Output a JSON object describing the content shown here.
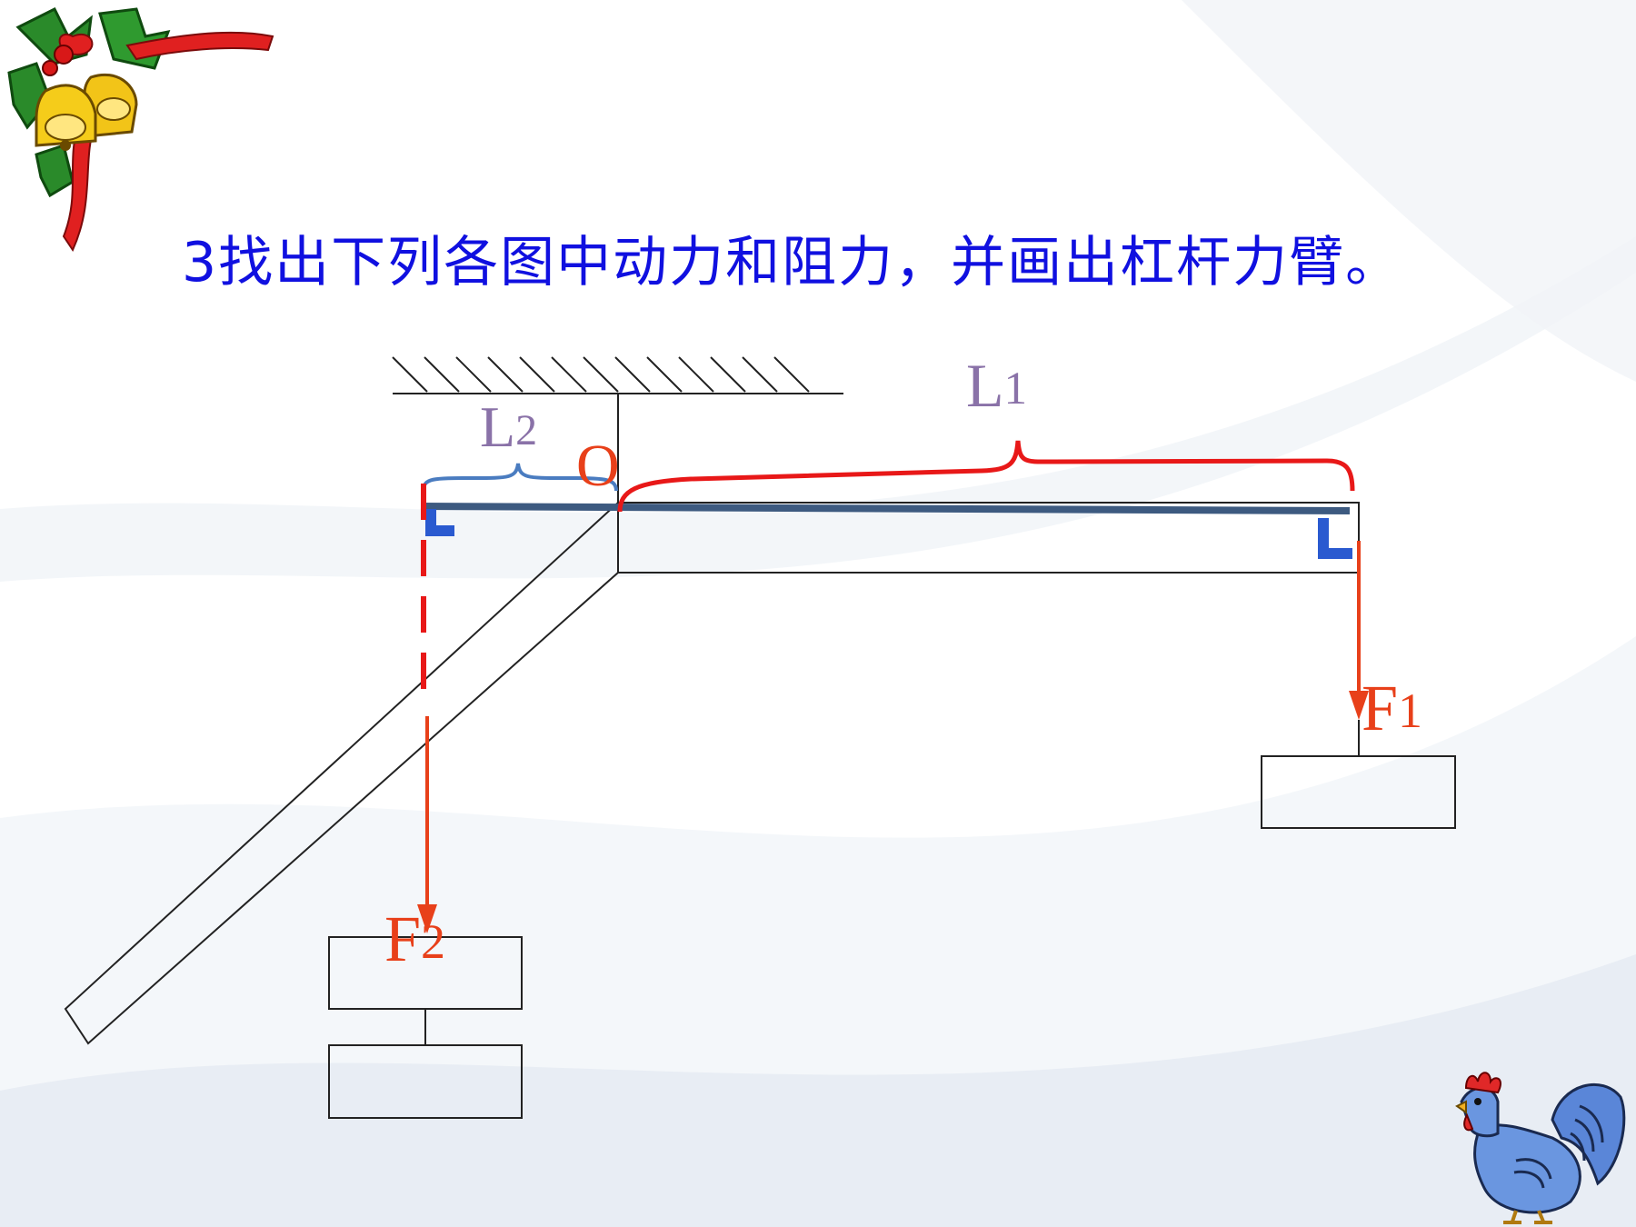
{
  "title": "3找出下列各图中动力和阻力，并画出杠杆力臂。",
  "labels": {
    "L1_main": "L",
    "L1_sub": "1",
    "L2_main": "L",
    "L2_sub": "2",
    "O": "O",
    "F1_main": "F",
    "F1_sub": "1",
    "F2_main": "F",
    "F2_sub": "2"
  },
  "colors": {
    "title": "#1010e0",
    "force": "#e8401a",
    "arm_brace_L1": "#e81818",
    "arm_brace_L2": "#4a7cc0",
    "label_L": "#8a72a8",
    "right_angle": "#2a5ad0",
    "lever_bar": "#3d5a80"
  },
  "decorations": {
    "top_left": "christmas-bells-icon",
    "bottom_right": "rooster-icon"
  }
}
